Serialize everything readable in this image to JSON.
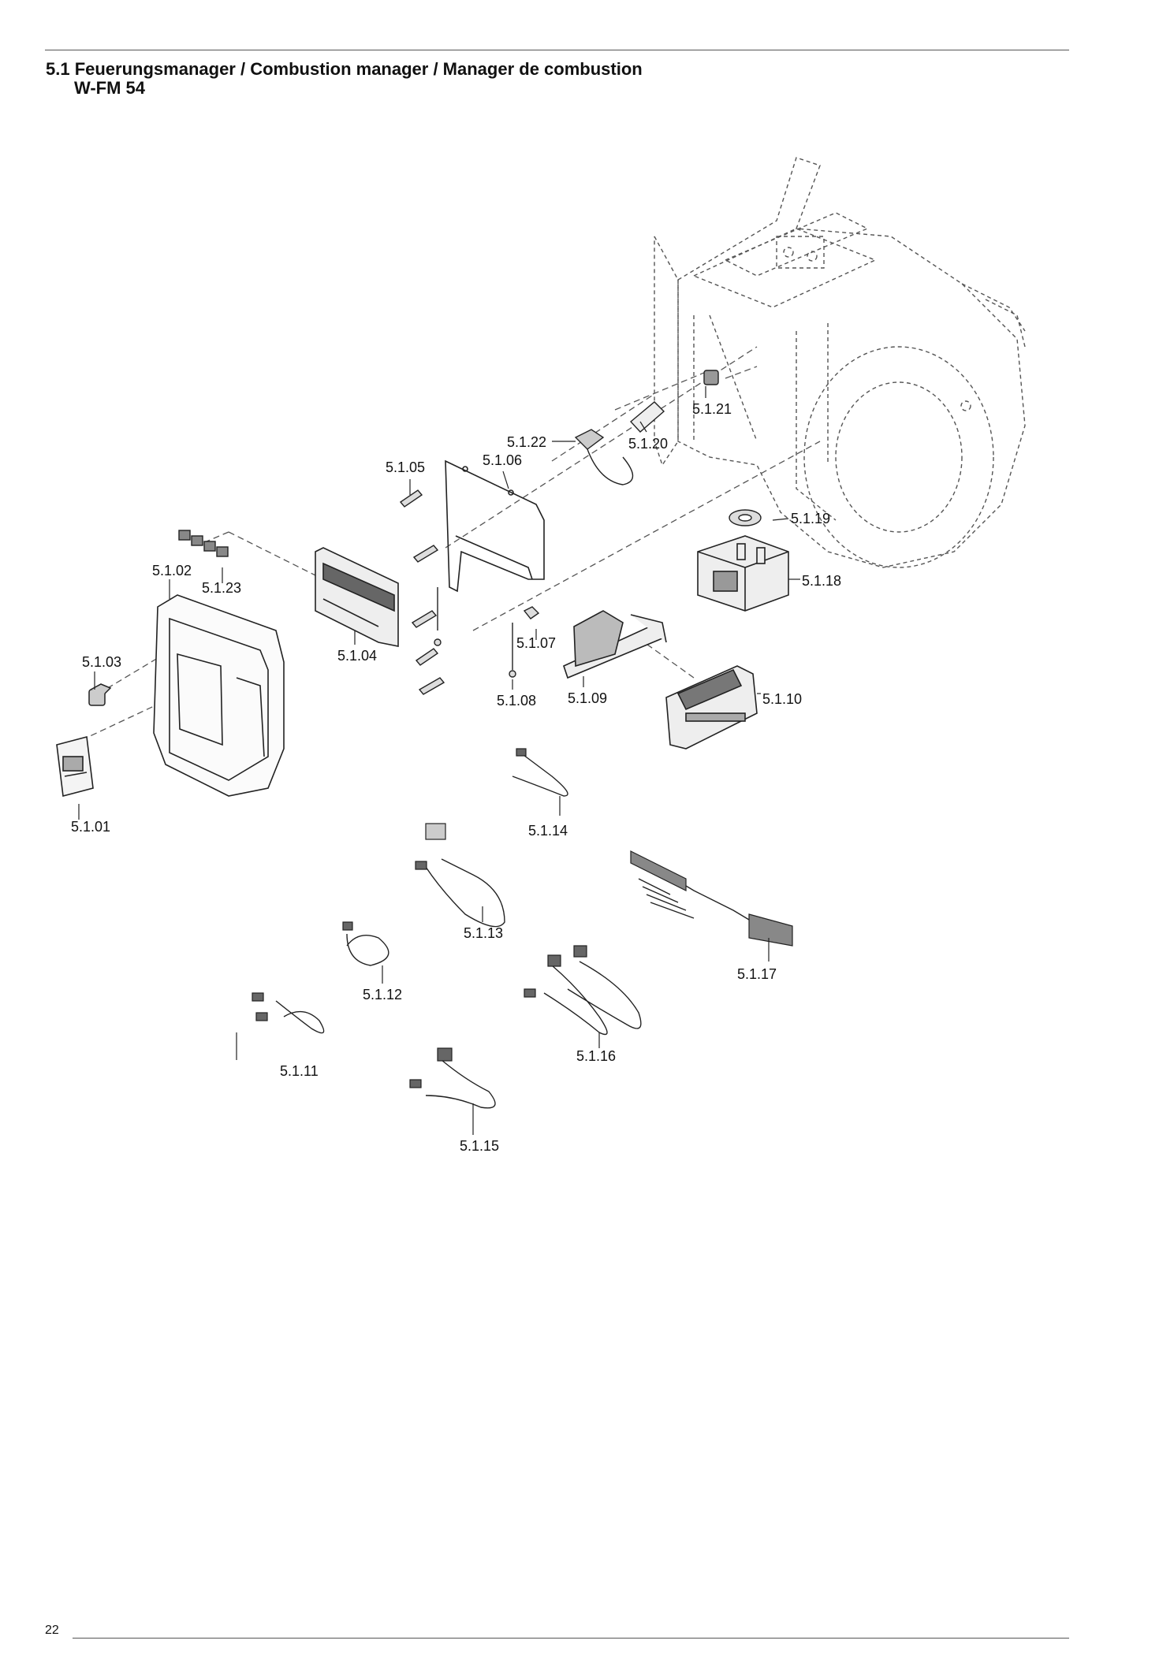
{
  "header": {
    "title": "5.1 Feuerungsmanager / Combustion manager / Manager de combustion",
    "subtitle": "W-FM 54"
  },
  "diagram": {
    "labels": [
      "5.1.01",
      "5.1.02",
      "5.1.03",
      "5.1.04",
      "5.1.05",
      "5.1.06",
      "5.1.07",
      "5.1.08",
      "5.1.09",
      "5.1.10",
      "5.1.11",
      "5.1.12",
      "5.1.13",
      "5.1.14",
      "5.1.15",
      "5.1.16",
      "5.1.17",
      "5.1.18",
      "5.1.19",
      "5.1.20",
      "5.1.21",
      "5.1.22",
      "5.1.23"
    ]
  },
  "footer": {
    "page_number": "22"
  }
}
